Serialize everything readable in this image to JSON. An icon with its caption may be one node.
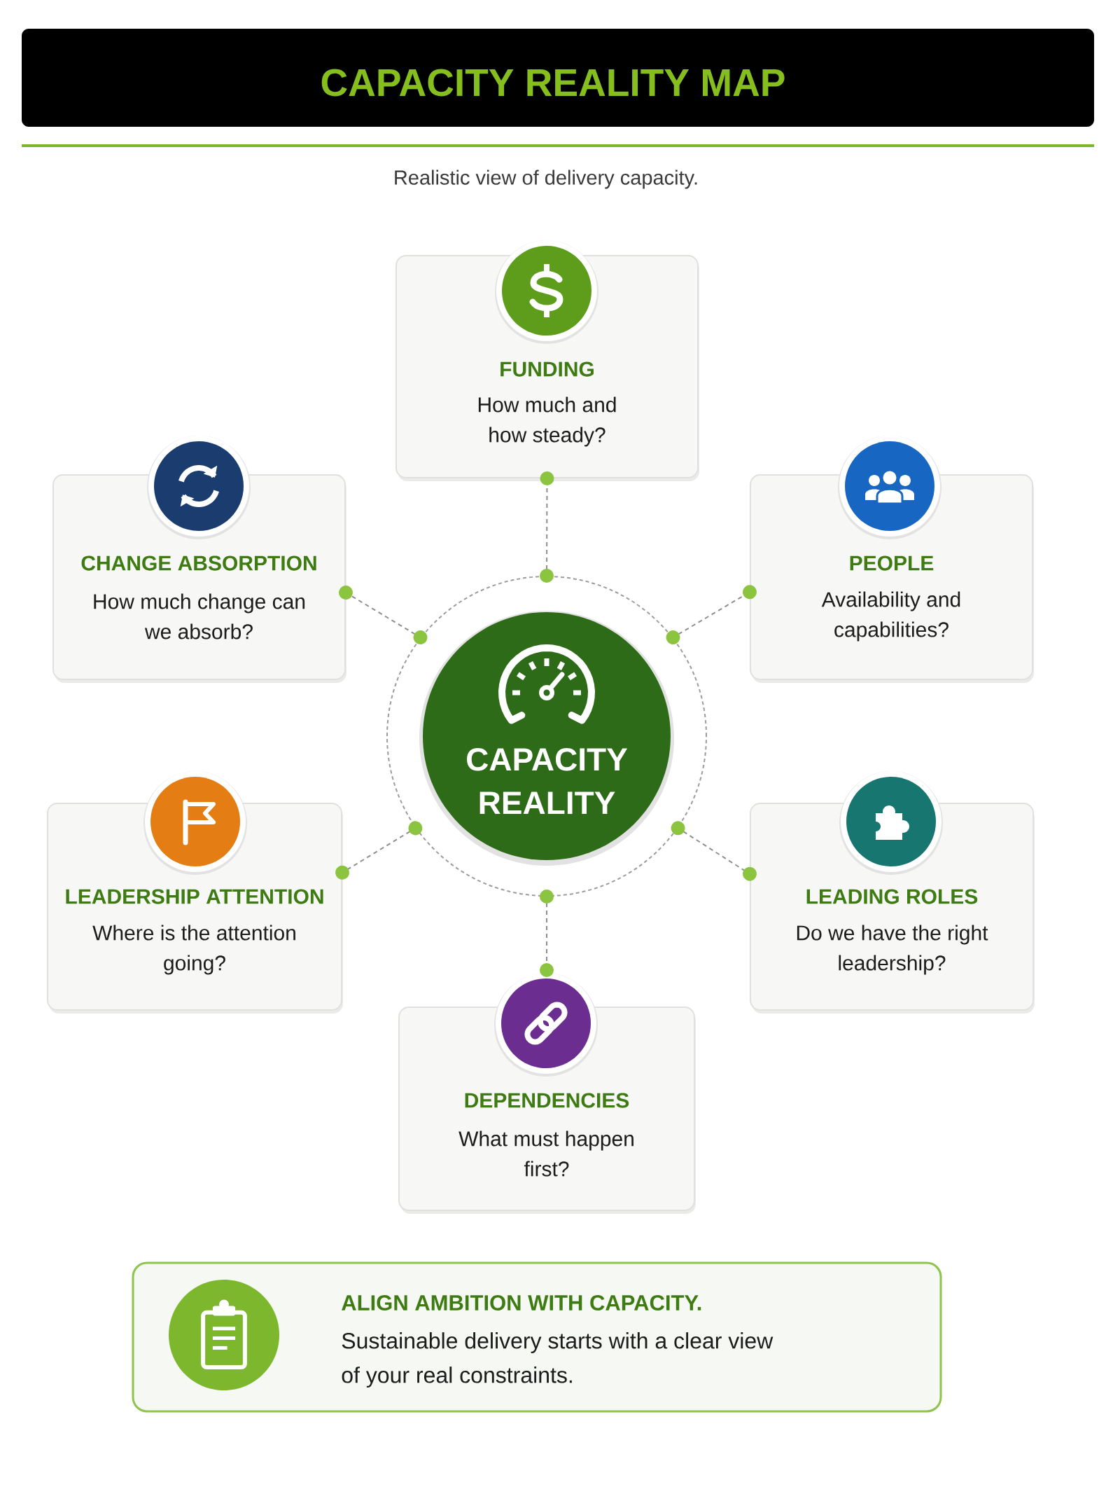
{
  "diagram": {
    "title": "CAPACITY REALITY MAP",
    "nodes": [
      {
        "text": [
          "FUNDING",
          "How much and how steady?"
        ]
      },
      {
        "text": [
          "CHANGE ABSORPTION",
          "How much change can we absorb?"
        ]
      },
      {
        "text": [
          "PEOPLE",
          "Availability and capabilities?"
        ]
      },
      {
        "text": [
          "CAPACITY REALITY"
        ]
      },
      {
        "text": [
          "LEADERSHIP ATTENTION",
          "Where is the attention going?"
        ]
      },
      {
        "text": [
          "LEADING ROLES",
          "Do we have the right leadership?"
        ]
      },
      {
        "text": [
          "DEPENDENCIES",
          "What must happen first?"
        ]
      },
      {
        "text": [
          "ALIGN AMBITION WITH CAPACITY.",
          "Sustainable delivery starts with a clear view of your real constraints."
        ]
      }
    ],
    "edges": [
      {
        "from": 3,
        "to": 0,
        "arrow": "other",
        "style": "dashed"
      },
      {
        "from": 3,
        "to": 1,
        "arrow": "other",
        "style": "dashed"
      },
      {
        "from": 3,
        "to": 2,
        "arrow": "other",
        "style": "dashed"
      },
      {
        "from": 3,
        "to": 4,
        "arrow": "other",
        "style": "dashed"
      },
      {
        "from": 3,
        "to": 5,
        "arrow": "other",
        "style": "dashed"
      },
      {
        "from": 3,
        "to": 6,
        "arrow": "other",
        "style": "dashed"
      }
    ],
    "labels": [
      "Realistic view of delivery capacity."
    ]
  }
}
